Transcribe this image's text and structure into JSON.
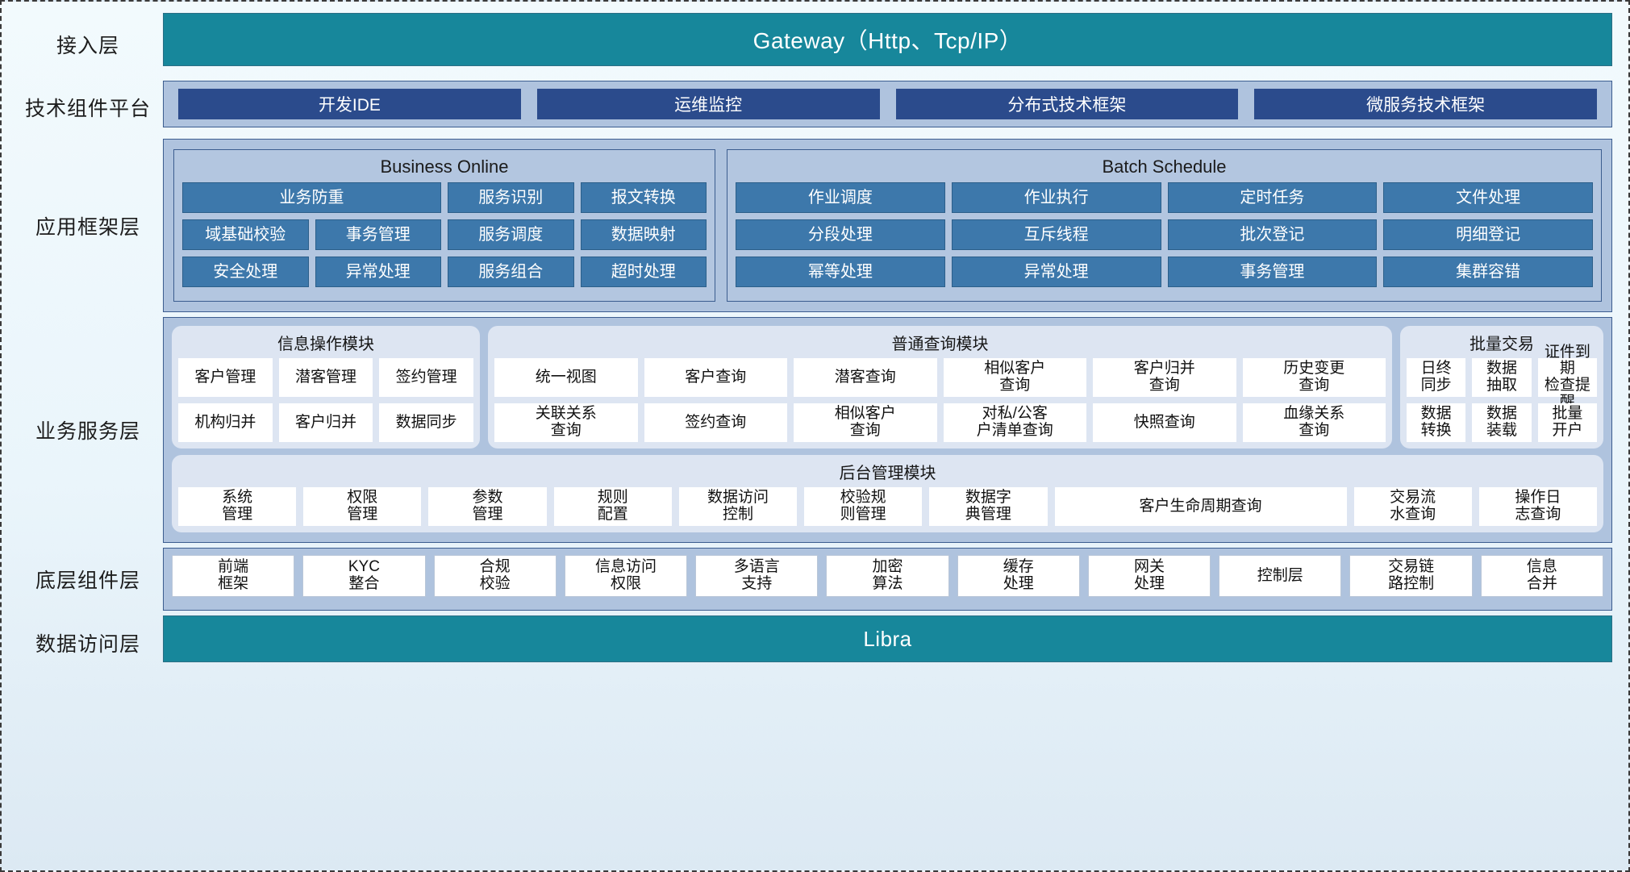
{
  "layers": [
    {
      "label": "接入层"
    },
    {
      "label": "技术组件平台"
    },
    {
      "label": "应用框架层"
    },
    {
      "label": "业务服务层"
    },
    {
      "label": "底层组件层"
    },
    {
      "label": "数据访问层"
    }
  ],
  "access_layer": {
    "label": "接入层",
    "bar_text": "Gateway（Http、Tcp/IP）",
    "color": "#17879b"
  },
  "tech_platform": {
    "label": "技术组件平台",
    "chips": [
      "开发IDE",
      "运维监控",
      "分布式技术框架",
      "微服务技术框架"
    ],
    "chip_color": "#2b4b8c",
    "panel_color": "#afc3de"
  },
  "app_framework": {
    "label": "应用框架层",
    "groups": [
      {
        "title": "Business Online",
        "chips": [
          {
            "text": "业务防重",
            "span": 2
          },
          {
            "text": "服务识别",
            "span": 1
          },
          {
            "text": "报文转换",
            "span": 1
          },
          {
            "text": "域基础校验",
            "span": 1
          },
          {
            "text": "事务管理",
            "span": 1
          },
          {
            "text": "服务调度",
            "span": 1
          },
          {
            "text": "数据映射",
            "span": 1
          },
          {
            "text": "安全处理",
            "span": 1
          },
          {
            "text": "异常处理",
            "span": 1
          },
          {
            "text": "服务组合",
            "span": 1
          },
          {
            "text": "超时处理",
            "span": 1
          }
        ]
      },
      {
        "title": "Batch Schedule",
        "chips": [
          {
            "text": "作业调度",
            "span": 1
          },
          {
            "text": "作业执行",
            "span": 1
          },
          {
            "text": "定时任务",
            "span": 1
          },
          {
            "text": "文件处理",
            "span": 1
          },
          {
            "text": "分段处理",
            "span": 1
          },
          {
            "text": "互斥线程",
            "span": 1
          },
          {
            "text": "批次登记",
            "span": 1
          },
          {
            "text": "明细登记",
            "span": 1
          },
          {
            "text": "幂等处理",
            "span": 1
          },
          {
            "text": "异常处理",
            "span": 1
          },
          {
            "text": "事务管理",
            "span": 1
          },
          {
            "text": "集群容错",
            "span": 1
          }
        ]
      }
    ]
  },
  "business_service": {
    "label": "业务服务层",
    "modules": [
      {
        "title": "信息操作模块",
        "items": [
          "客户管理",
          "潜客管理",
          "签约管理",
          "机构归并",
          "客户归并",
          "数据同步"
        ]
      },
      {
        "title": "普通查询模块",
        "items": [
          "统一视图",
          "客户查询",
          "潜客查询",
          "相似客户\n查询",
          "客户归并\n查询",
          "历史变更\n查询",
          "关联关系\n查询",
          "签约查询",
          "相似客户\n查询",
          "对私/公客\n户清单查询",
          "快照查询",
          "血缘关系\n查询"
        ]
      },
      {
        "title": "批量交易",
        "items": [
          "日终\n同步",
          "数据\n抽取",
          "证件到期\n检查提醒",
          "数据\n转换",
          "数据\n装载",
          "批量\n开户"
        ]
      }
    ],
    "admin_module": {
      "title": "后台管理模块",
      "items": [
        "系统\n管理",
        "权限\n管理",
        "参数\n管理",
        "规则\n配置",
        "数据访问\n控制",
        "校验规\n则管理",
        "数据字\n典管理",
        "客户生命周期查询",
        "交易流\n水查询",
        "操作日\n志查询"
      ]
    }
  },
  "component_layer": {
    "label": "底层组件层",
    "items": [
      "前端\n框架",
      "KYC\n整合",
      "合规\n校验",
      "信息访问\n权限",
      "多语言\n支持",
      "加密\n算法",
      "缓存\n处理",
      "网关\n处理",
      "控制层",
      "交易链\n路控制",
      "信息\n合并"
    ]
  },
  "data_access": {
    "label": "数据访问层",
    "bar_text": "Libra",
    "color": "#17879b"
  }
}
